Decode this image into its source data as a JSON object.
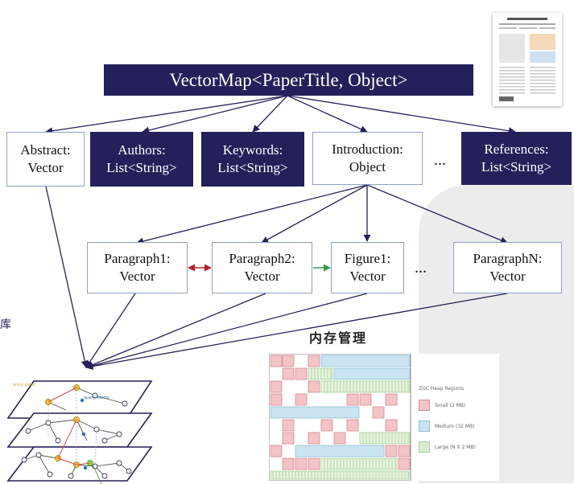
{
  "root": {
    "label": "VectorMap<PaperTitle, Object>"
  },
  "level1": [
    {
      "line1": "Abstract:",
      "line2": "Vector",
      "style": "light"
    },
    {
      "line1": "Authors:",
      "line2": "List<String>",
      "style": "dark"
    },
    {
      "line1": "Keywords:",
      "line2": "List<String>",
      "style": "dark"
    },
    {
      "line1": "Introduction:",
      "line2": "Object",
      "style": "light"
    },
    {
      "line1": "References:",
      "line2": "List<String>",
      "style": "dark"
    }
  ],
  "level1_ellipsis": "...",
  "level2": [
    {
      "line1": "Paragraph1:",
      "line2": "Vector"
    },
    {
      "line1": "Paragraph2:",
      "line2": "Vector"
    },
    {
      "line1": "Figure1:",
      "line2": "Vector"
    },
    {
      "line1": "ParagraphN:",
      "line2": "Vector"
    }
  ],
  "level2_ellipsis": "...",
  "memory_title": "内存管理",
  "left_fragment": "库",
  "hnsw": {
    "entry_label": "entry point",
    "query_label": "query vector"
  },
  "zgc": {
    "legend_title": "ZGC Heap Regions",
    "legend_items": [
      "Small (2 MB)",
      "Medium (32 MB)",
      "Large (N X 2 MB)"
    ]
  },
  "colors": {
    "dark_box": "#24215a",
    "light_border": "#8fa0c8",
    "arrow_red": "#b22222",
    "arrow_green": "#2e9e4a",
    "region_small": "#f3c4c6",
    "region_medium": "#c9e4f0",
    "region_large": "#d9ecd0"
  }
}
